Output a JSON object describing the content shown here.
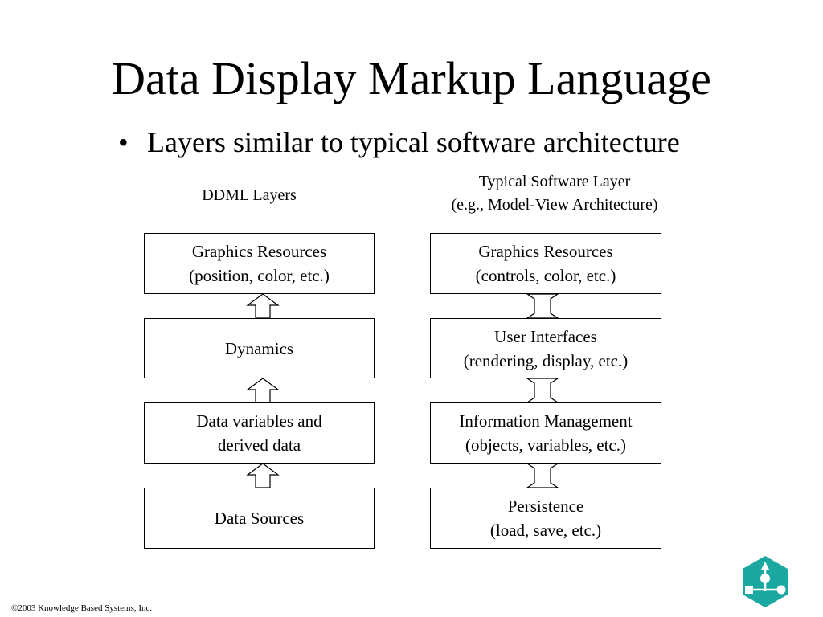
{
  "slide": {
    "title": "Data Display Markup Language",
    "bullet": "Layers similar to typical software architecture"
  },
  "left_column": {
    "heading": "DDML Layers",
    "boxes": [
      {
        "line1": "Graphics Resources",
        "line2": "(position, color, etc.)"
      },
      {
        "line1": "Dynamics",
        "line2": ""
      },
      {
        "line1": "Data variables and",
        "line2": "derived data"
      },
      {
        "line1": "Data Sources",
        "line2": ""
      }
    ],
    "connector": "single-up-arrow"
  },
  "right_column": {
    "heading_line1": "Typical Software Layer",
    "heading_line2": "(e.g., Model-View Architecture)",
    "boxes": [
      {
        "line1": "Graphics Resources",
        "line2": "(controls, color, etc.)"
      },
      {
        "line1": "User Interfaces",
        "line2": "(rendering, display, etc.)"
      },
      {
        "line1": "Information Management",
        "line2": "(objects, variables, etc.)"
      },
      {
        "line1": "Persistence",
        "line2": "(load, save, etc.)"
      }
    ],
    "connector": "double-vertical-arrow"
  },
  "footer": {
    "copyright": "©2003 Knowledge Based Systems, Inc."
  },
  "logo": {
    "icon": "company-logo-icon",
    "color": "#1aa8a0"
  }
}
